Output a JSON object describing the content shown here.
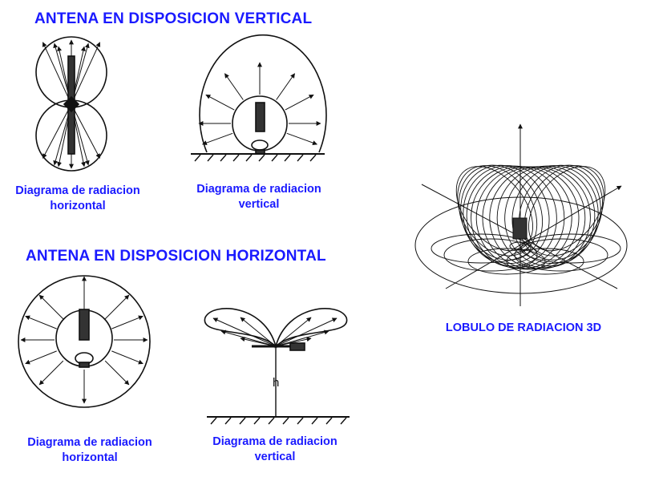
{
  "titles": {
    "vertical": "ANTENA EN DISPOSICION VERTICAL",
    "horizontal": "ANTENA EN DISPOSICION HORIZONTAL"
  },
  "captions": {
    "v_horizontal": [
      "Diagrama de radiacion",
      "horizontal"
    ],
    "v_vertical": [
      "Diagrama de radiacion",
      "vertical"
    ],
    "h_horizontal": [
      "Diagrama de radiacion",
      "horizontal"
    ],
    "h_vertical": [
      "Diagrama de radiacion",
      "vertical"
    ],
    "lobe_3d": "LOBULO DE RADIACION 3D"
  },
  "labels": {
    "height": "h"
  },
  "colors": {
    "accent": "#1a1aff",
    "ink": "#111111"
  }
}
